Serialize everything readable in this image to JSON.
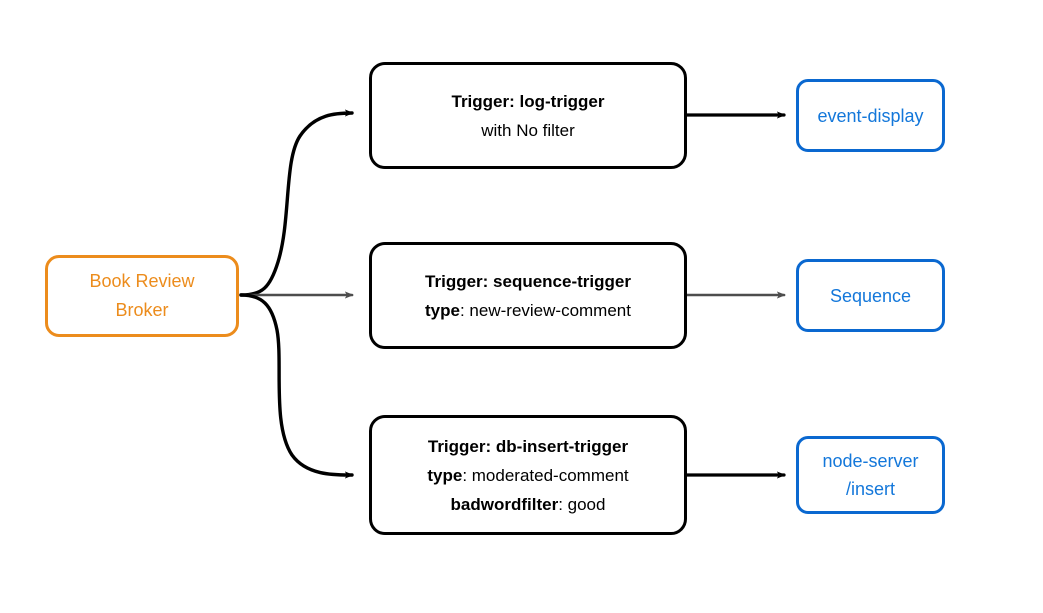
{
  "diagram": {
    "type": "flowchart",
    "title": "Book Review Broker trigger routing",
    "colors": {
      "broker_stroke": "#ec8c1c",
      "broker_text": "#ec8c1c",
      "trigger_stroke": "#000000",
      "trigger_text": "#000000",
      "target_stroke": "#0a68d0",
      "target_text": "#1377da",
      "edge_black": "#000000",
      "edge_gray": "#4d4d4d",
      "background": "#ffffff"
    }
  },
  "broker": {
    "line1": "Book Review",
    "line2": "Broker"
  },
  "triggers": [
    {
      "id": "log-trigger",
      "line1_bold": "Trigger: log-trigger",
      "line2_bold": "",
      "line2_rest": "with No filter",
      "line3_bold": "",
      "line3_rest": ""
    },
    {
      "id": "sequence-trigger",
      "line1_bold": "Trigger: sequence-trigger",
      "line2_bold": "type",
      "line2_rest": ": new-review-comment",
      "line3_bold": "",
      "line3_rest": ""
    },
    {
      "id": "db-insert-trigger",
      "line1_bold": "Trigger: db-insert-trigger",
      "line2_bold": "type",
      "line2_rest": ": moderated-comment",
      "line3_bold": "badwordfilter",
      "line3_rest": ": good"
    }
  ],
  "targets": [
    {
      "id": "event-display",
      "line1": "event-display",
      "line2": ""
    },
    {
      "id": "sequence",
      "line1": "Sequence",
      "line2": ""
    },
    {
      "id": "node-server-insert",
      "line1": "node-server",
      "line2": "/insert"
    }
  ],
  "edges": [
    {
      "from": "Book Review Broker",
      "to": "Trigger: log-trigger",
      "style": "curved",
      "color": "#000000"
    },
    {
      "from": "Book Review Broker",
      "to": "Trigger: sequence-trigger",
      "style": "straight",
      "color": "#4d4d4d"
    },
    {
      "from": "Book Review Broker",
      "to": "Trigger: db-insert-trigger",
      "style": "curved",
      "color": "#000000"
    },
    {
      "from": "Trigger: log-trigger",
      "to": "event-display",
      "style": "straight",
      "color": "#000000"
    },
    {
      "from": "Trigger: sequence-trigger",
      "to": "Sequence",
      "style": "straight",
      "color": "#4d4d4d"
    },
    {
      "from": "Trigger: db-insert-trigger",
      "to": "node-server /insert",
      "style": "straight",
      "color": "#000000"
    }
  ]
}
